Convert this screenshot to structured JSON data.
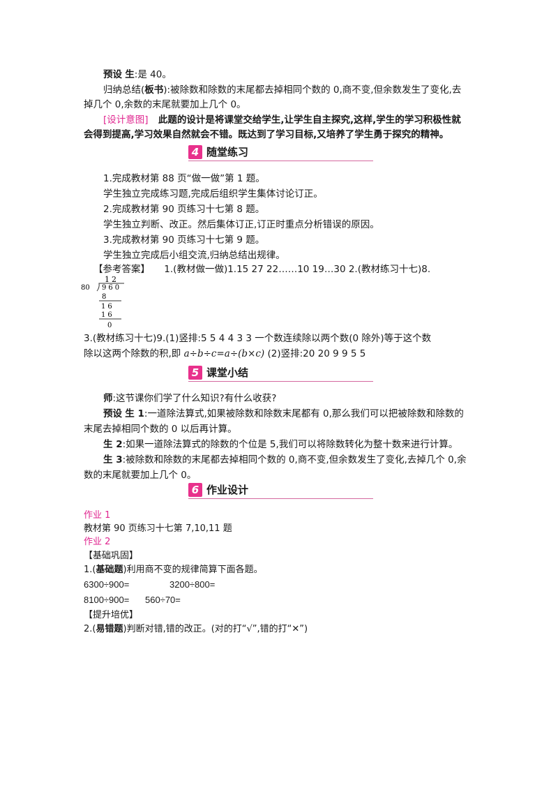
{
  "section3_tail": {
    "preset_label": "预设",
    "preset_speaker": "生",
    "preset_text": ":是 40。",
    "summary_lead": "归纳总结(",
    "summary_bold": "板书",
    "summary_text": "):被除数和除数的末尾都去掉相同个数的 0,商不变,但余数发生了变化,去",
    "summary_line2": "掉几个 0,余数的末尾就要加上几个 0。",
    "design_tag": "[设计意图]",
    "design_text": "此题的设计是将课堂交给学生,让学生自主探究,这样,学生的学习积极性就",
    "design_line2": "会得到提高,学习效果自然就会不错。既达到了学习目标,又培养了学生勇于探究的精神。"
  },
  "section4": {
    "number": "4",
    "title": "随堂练习",
    "lines": [
      "1.完成教材第 88 页“做一做”第 1 题。",
      "学生独立完成练习题,完成后组织学生集体讨论订正。",
      "2.完成教材第 90 页练习十七第 8 题。",
      "学生独立判断、改正。然后集体订正,订正时重点分析错误的原因。",
      "3.完成教材第 90 页练习十七第 9 题。",
      "学生独立完成后小组交流,归纳总结出规律。"
    ],
    "answer_head": "【参考答案】",
    "answer_text": "1.(教材做一做)1.15    27    22……10    19…30    2.(教材练习十七)8.",
    "division": {
      "quotient": "12",
      "divisor": "80",
      "dividend": "960",
      "steps": [
        "8",
        "16",
        "16",
        "0"
      ]
    },
    "answer3_line1": "3.(教材练习十七)9.(1)竖排:5    5    4    4    3    3    一个数连续除以两个数(0 除外)等于这个数",
    "answer3_line2_lead": "除以这两个除数的积,即 ",
    "answer3_formula": "a÷b÷c=a÷(b×c)",
    "answer3_line2_tail": "  (2)竖排:20    20    9    9    5    5"
  },
  "section5": {
    "number": "5",
    "title": "课堂小结",
    "teacher_label": "师",
    "teacher_text": ":这节课你们学了什么知识?有什么收获?",
    "preset_label": "预设",
    "s1_label": "生 1",
    "s1_text": ":一道除法算式,如果被除数和除数末尾都有 0,那么我们可以把被除数和除数的",
    "s1_line2": "末尾去掉相同个数的 0 以后再计算。",
    "s2_label": "生 2",
    "s2_text": ":如果一道除法算式的除数的个位是 5,我们可以将除数转化为整十数来进行计算。",
    "s3_label": "生 3",
    "s3_text": ":被除数和除数的末尾都去掉相同个数的 0,商不变,但余数发生了变化,去掉几个 0,余",
    "s3_line2": "数的末尾就要加上几个 0。"
  },
  "section6": {
    "number": "6",
    "title": "作业设计",
    "hw1_label": "作业 1",
    "hw1_text": "教材第 90 页练习十七第 7,10,11 题",
    "hw2_label": "作业 2",
    "basic_head": "【基础巩固】",
    "q1_lead": "1.(",
    "q1_tag": "基础题",
    "q1_text": ")利用商不变的规律简算下面各题。",
    "calc_row1_a": "6300÷900=",
    "calc_row1_b": "3200÷800=",
    "calc_row2_a": "8100÷900=",
    "calc_row2_b": "560÷70=",
    "advance_head": "【提升培优】",
    "q2_lead": "2.(",
    "q2_tag": "易错题",
    "q2_text": ")判断对错,错的改正。(对的打“√”,错的打“✕”)"
  }
}
